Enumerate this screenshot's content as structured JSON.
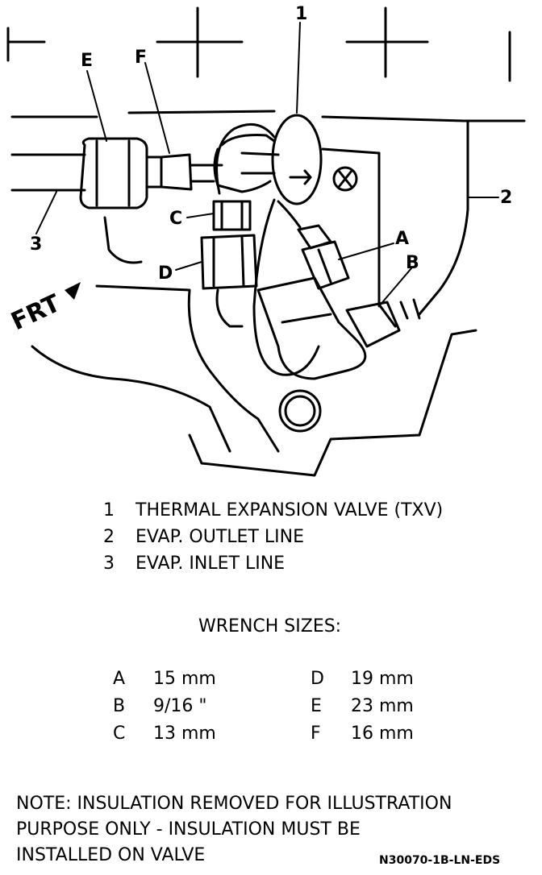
{
  "callouts": {
    "c1": "1",
    "c2": "2",
    "c3": "3",
    "cA": "A",
    "cB": "B",
    "cC": "C",
    "cD": "D",
    "cE": "E",
    "cF": "F",
    "frt": "FRT"
  },
  "legend": [
    {
      "num": "1",
      "text": "THERMAL EXPANSION VALVE (TXV)"
    },
    {
      "num": "2",
      "text": "EVAP. OUTLET LINE"
    },
    {
      "num": "3",
      "text": "EVAP. INLET LINE"
    }
  ],
  "wrench_title": "WRENCH SIZES:",
  "wrench_sizes": [
    {
      "letter": "A",
      "size": "15 mm"
    },
    {
      "letter": "B",
      "size": "9/16 \""
    },
    {
      "letter": "C",
      "size": "13 mm"
    },
    {
      "letter": "D",
      "size": "19 mm"
    },
    {
      "letter": "E",
      "size": "23 mm"
    },
    {
      "letter": "F",
      "size": "16 mm"
    }
  ],
  "note_lines": [
    "NOTE: INSULATION REMOVED FOR ILLUSTRATION",
    "PURPOSE ONLY - INSULATION MUST BE",
    "INSTALLED ON VALVE"
  ],
  "figure_code": "N30070-1B-LN-EDS"
}
